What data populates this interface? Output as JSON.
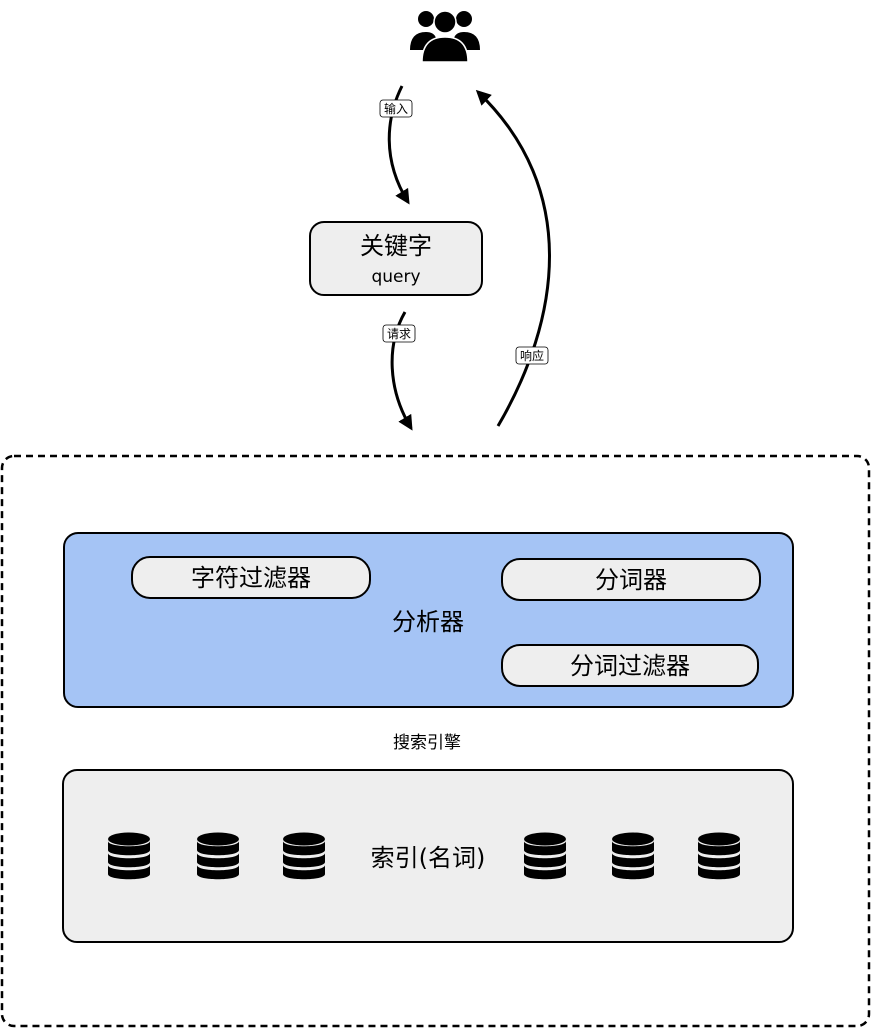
{
  "user": {
    "icon": "users-icon"
  },
  "keyword_box": {
    "title": "关键字",
    "subtitle": "query"
  },
  "edges": {
    "input_label": "输入",
    "request_label": "请求",
    "response_label": "响应"
  },
  "engine": {
    "label": "搜索引擎"
  },
  "analyzer": {
    "label": "分析器",
    "char_filter": "字符过滤器",
    "tokenizer": "分词器",
    "token_filter": "分词过滤器"
  },
  "index": {
    "label": "索引(名词)",
    "icon": "database-icon"
  },
  "colors": {
    "analyzer_fill": "#a5c4f5",
    "box_fill": "#eeeeee",
    "stroke": "#000000"
  }
}
